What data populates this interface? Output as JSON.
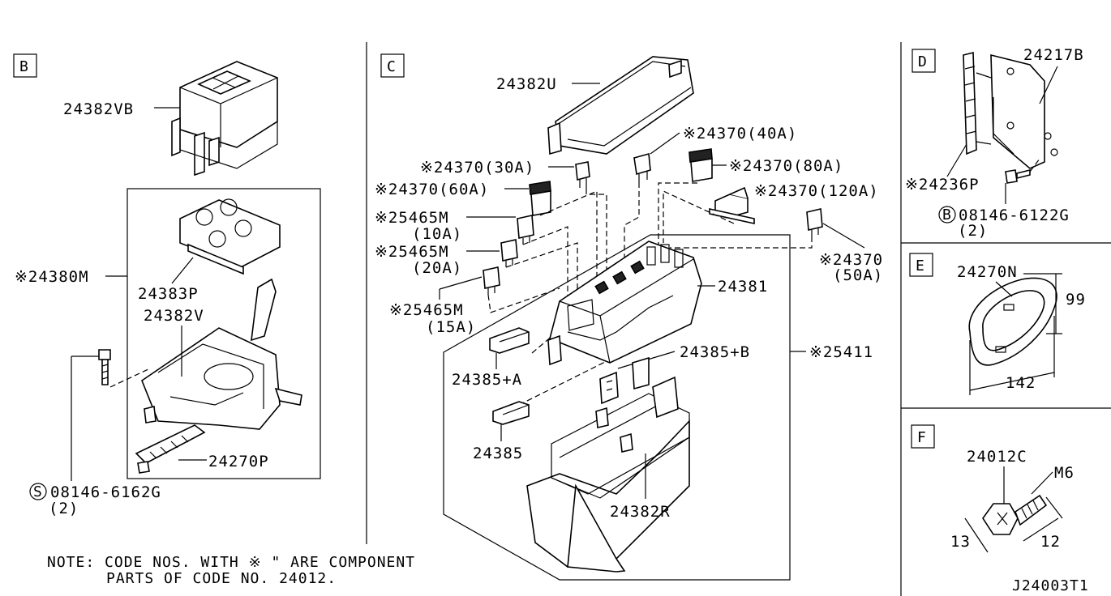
{
  "diagram_code": "J24003T1",
  "note": {
    "line1": "NOTE: CODE NOS. WITH ※  \" ARE COMPONENT",
    "line2": "PARTS OF CODE NO. 24012."
  },
  "sections": {
    "B": {
      "label": "B",
      "parts": {
        "p24382VB": "24382VB",
        "p24380M": "※24380M",
        "p24383P": "24383P",
        "p24382V": "24382V",
        "p24270P": "24270P",
        "bolt": "08146-6162G",
        "bolt_prefix": "S",
        "bolt_qty": "(2)"
      }
    },
    "C": {
      "label": "C",
      "parts": {
        "p24382U": "24382U",
        "fuse40": "※24370(40A)",
        "fuse30": "※24370(30A)",
        "fuse80": "※24370(80A)",
        "fuse60": "※24370(60A)",
        "fuse120": "※24370(120A)",
        "fuse10_a": "※25465M",
        "fuse10_b": "(10A)",
        "fuse20_a": "※25465M",
        "fuse20_b": "(20A)",
        "fuse15_a": "※25465M",
        "fuse15_b": "(15A)",
        "fuse50_a": "※24370",
        "fuse50_b": "(50A)",
        "p24381": "24381",
        "p24385B": "24385+B",
        "p24385A": "24385+A",
        "p24385": "24385",
        "p25411": "※25411",
        "p24382R": "24382R"
      }
    },
    "D": {
      "label": "D",
      "parts": {
        "p24217B": "24217B",
        "p24236P": "※24236P",
        "bolt": "08146-6122G",
        "bolt_prefix": "B",
        "bolt_qty": "(2)"
      }
    },
    "E": {
      "label": "E",
      "parts": {
        "p24270N": "24270N",
        "dim_h": "99",
        "dim_w": "142"
      }
    },
    "F": {
      "label": "F",
      "parts": {
        "p24012C": "24012C",
        "thread": "M6",
        "dim_head": "13",
        "dim_len": "12"
      }
    }
  }
}
